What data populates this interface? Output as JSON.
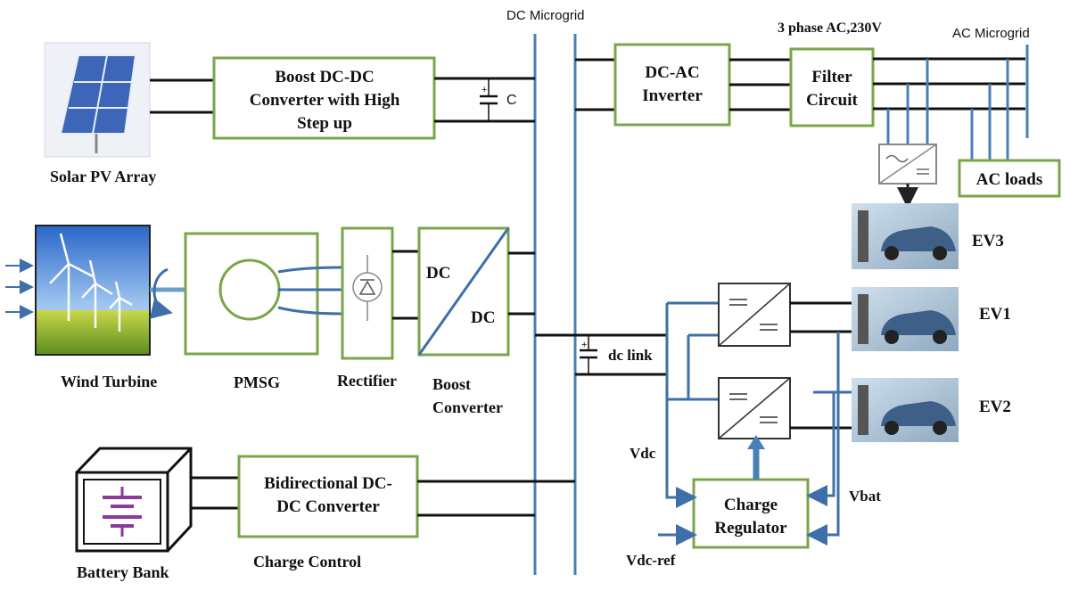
{
  "bus_labels": {
    "dc_microgrid": "DC Microgrid",
    "ac_microgrid": "AC Microgrid",
    "three_phase": "3 phase AC,230V"
  },
  "blocks": {
    "boost_hs": [
      "Boost DC-DC",
      "Converter with High",
      "Step up"
    ],
    "inverter": [
      "DC-AC",
      "Inverter"
    ],
    "filter": [
      "Filter",
      "Circuit"
    ],
    "ac_loads": "AC loads",
    "dc_top": "DC",
    "dc_bottom": "DC",
    "bidirectional": [
      "Bidirectional DC-",
      "DC Converter"
    ],
    "charge_regulator": [
      "Charge",
      "Regulator"
    ]
  },
  "captions": {
    "solar": "Solar PV Array",
    "wind": "Wind Turbine",
    "pmsg": "PMSG",
    "rectifier": "Rectifier",
    "boost": [
      "Boost",
      "Converter"
    ],
    "battery": "Battery Bank",
    "charge_control": "Charge Control"
  },
  "components": {
    "capacitor_c": "C",
    "dc_link": "dc link"
  },
  "signals": {
    "vdc": "Vdc",
    "vbat": "Vbat",
    "vdc_ref": "Vdc-ref"
  },
  "ev_labels": [
    "EV3",
    "EV1",
    "EV2"
  ],
  "colors": {
    "block_border": "#7aa64a",
    "bus_line": "#4a7fb5",
    "signal_line": "#3f6fa8",
    "battery_symbol": "#8a3a9a"
  }
}
